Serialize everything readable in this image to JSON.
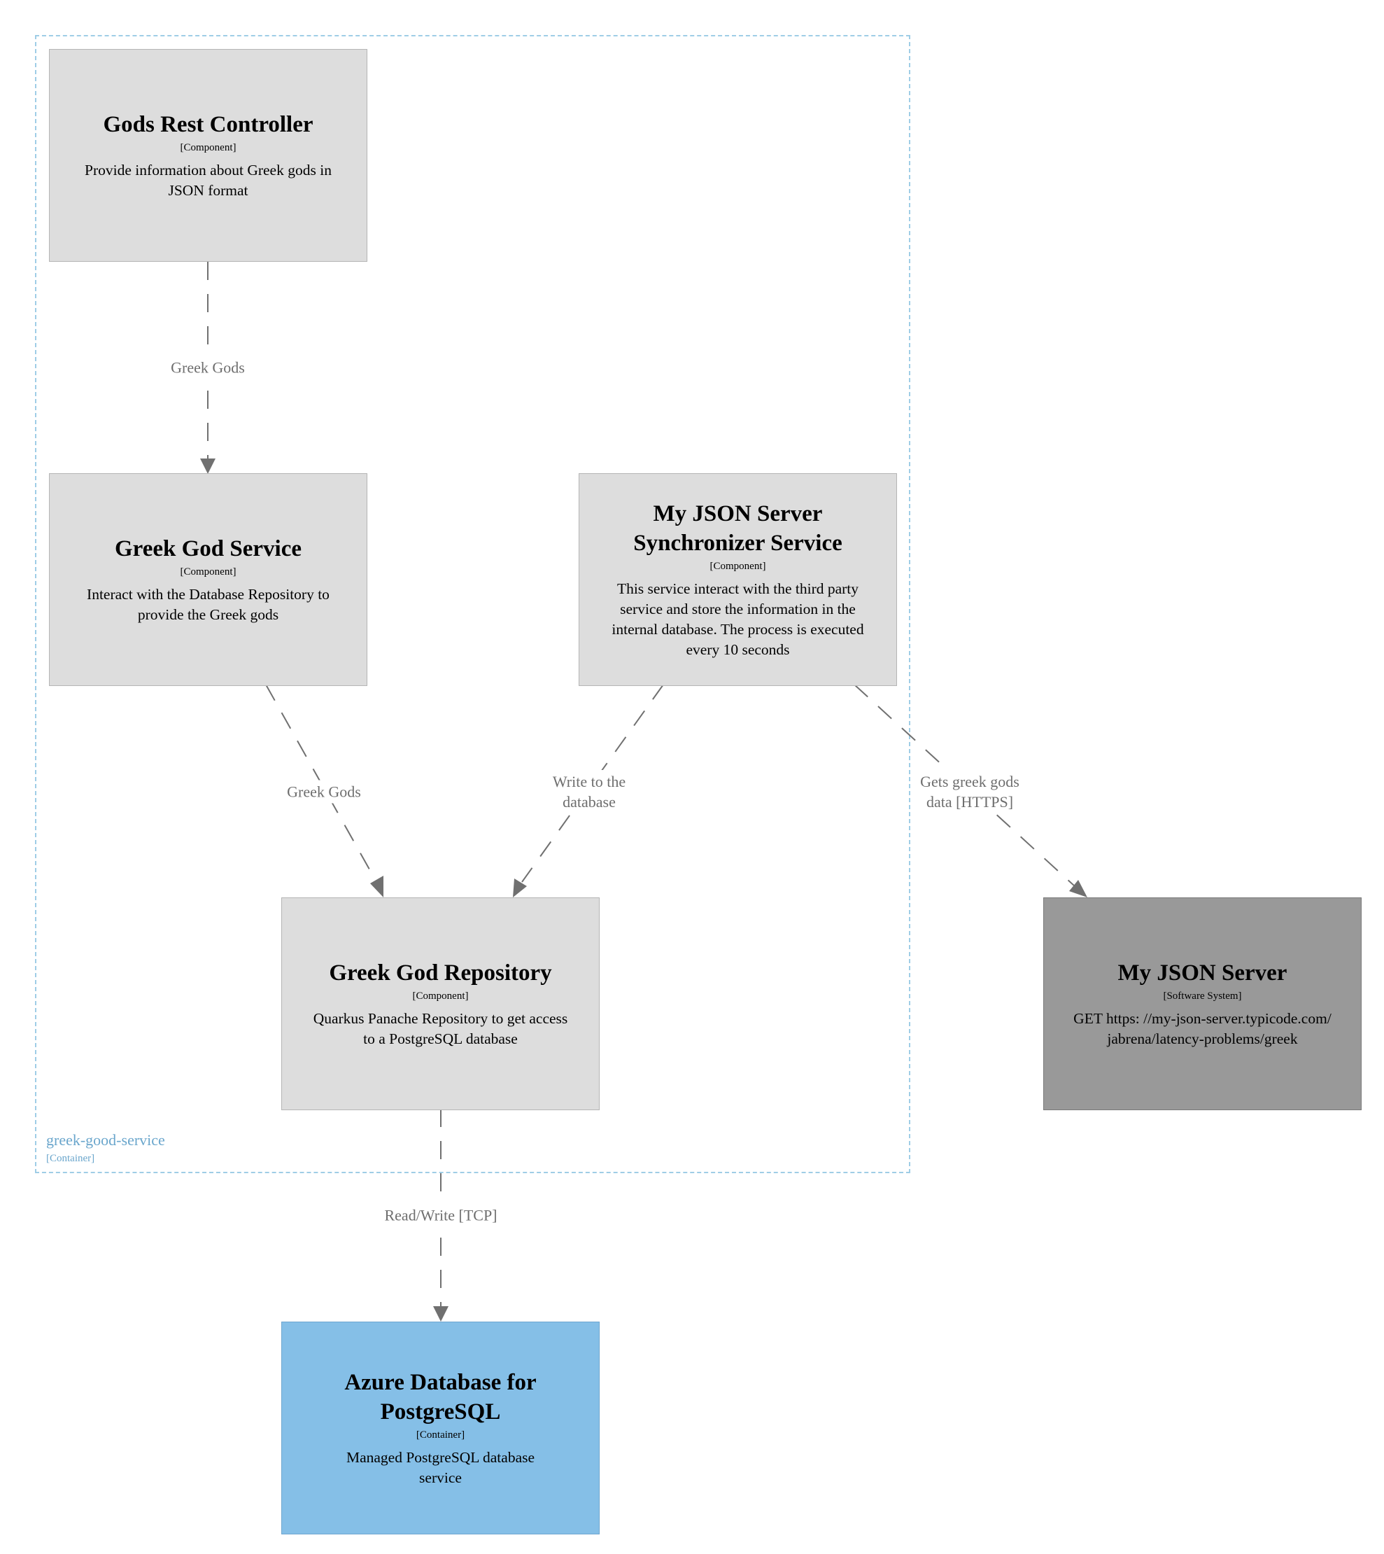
{
  "boundary": {
    "label": "greek-good-service",
    "type": "[Container]"
  },
  "nodes": {
    "gods_rest_controller": {
      "title": "Gods Rest Controller",
      "type": "[Component]",
      "description": "Provide information about Greek gods in JSON format"
    },
    "greek_god_service": {
      "title": "Greek God Service",
      "type": "[Component]",
      "description": "Interact with the Database Repository to provide the Greek gods"
    },
    "sync_service": {
      "title": "My JSON Server Synchronizer Service",
      "type": "[Component]",
      "description": "This service interact with the third party service and store the information in the internal database. The process is executed every 10 seconds"
    },
    "greek_god_repository": {
      "title": "Greek God Repository",
      "type": "[Component]",
      "description": "Quarkus Panache Repository to get access to a PostgreSQL database"
    },
    "my_json_server": {
      "title": "My JSON Server",
      "type": "[Software System]",
      "description": "GET https: //my-json-server.typicode.com/jabrena/latency-problems/greek"
    },
    "azure_db": {
      "title": "Azure Database for PostgreSQL",
      "type": "[Container]",
      "description": "Managed PostgreSQL database service"
    }
  },
  "edges": {
    "controller_to_service": {
      "from": "Gods Rest Controller",
      "to": "Greek God Service",
      "label": "Greek Gods"
    },
    "service_to_repository": {
      "from": "Greek God Service",
      "to": "Greek God Repository",
      "label": "Greek Gods"
    },
    "sync_to_repository": {
      "from": "My JSON Server Synchronizer Service",
      "to": "Greek God Repository",
      "label_line1": "Write to the",
      "label_line2": "database"
    },
    "sync_to_json_server": {
      "from": "My JSON Server Synchronizer Service",
      "to": "My JSON Server",
      "label_line1": "Gets greek gods",
      "label_line2": "data [HTTPS]"
    },
    "repository_to_db": {
      "from": "Greek God Repository",
      "to": "Azure Database for PostgreSQL",
      "label": "Read/Write [TCP]"
    }
  },
  "colors": {
    "component_fill": "#dddddd",
    "external_fill": "#999999",
    "database_fill": "#85bfe7",
    "boundary": "#9fcde6",
    "edge": "#707070"
  }
}
